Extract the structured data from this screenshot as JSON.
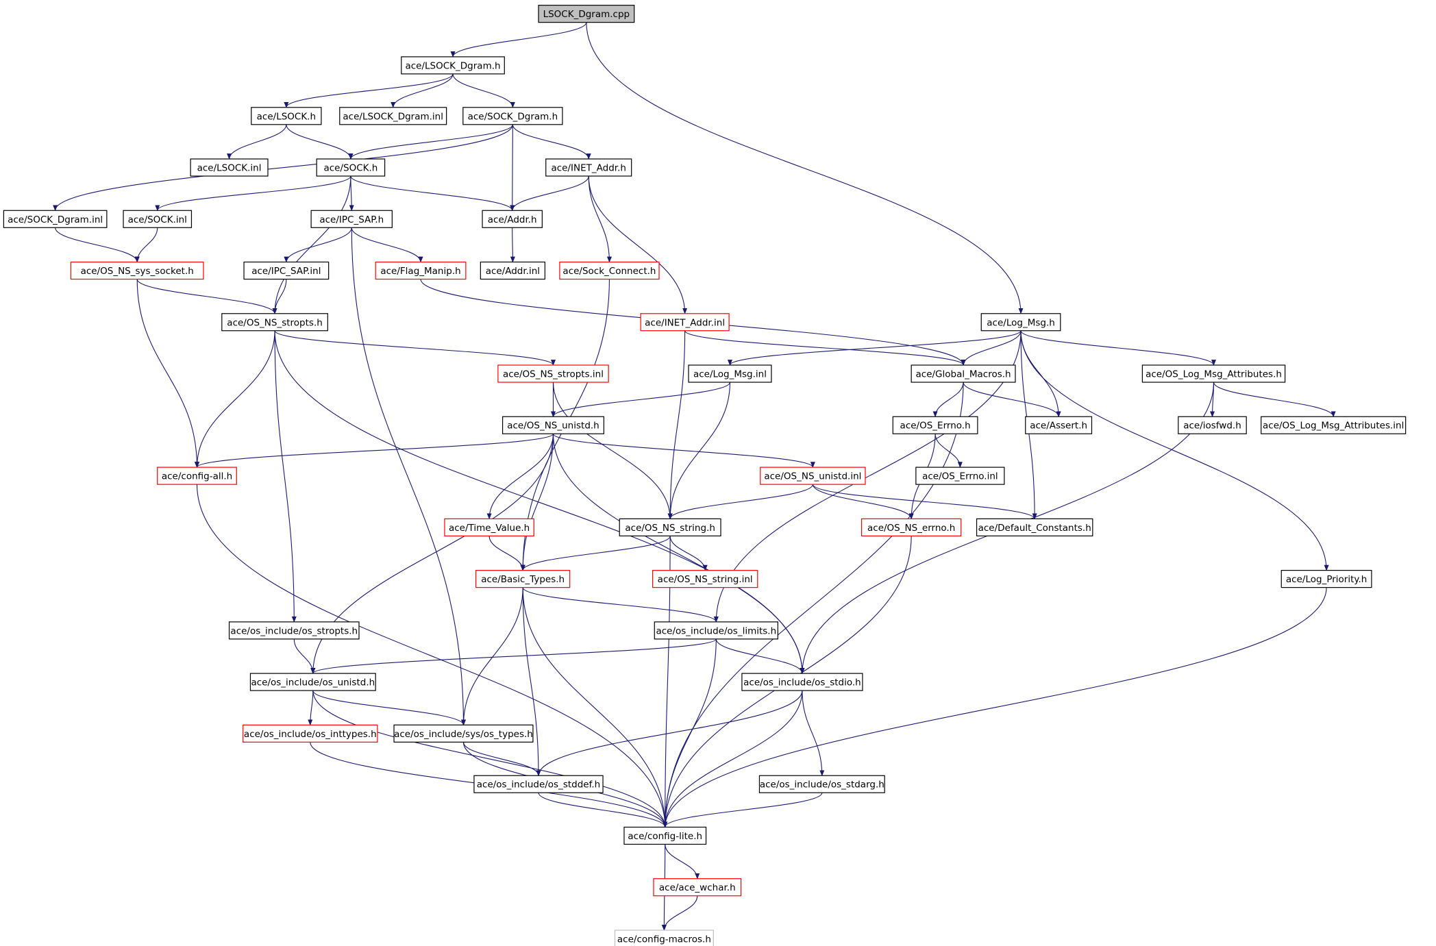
{
  "graph": {
    "title": "LSOCK_Dgram.cpp",
    "colors": {
      "edge": "#191970",
      "incomplete_border": "#ff0000",
      "root_fill": "#bfbfbf",
      "external_border": "#bfbfbf"
    },
    "nodes": [
      {
        "label": "LSOCK_Dgram.cpp",
        "style": "root"
      },
      {
        "label": "ace/LSOCK_Dgram.h",
        "style": "normal"
      },
      {
        "label": "ace/LSOCK.h",
        "style": "normal"
      },
      {
        "label": "ace/LSOCK_Dgram.inl",
        "style": "normal"
      },
      {
        "label": "ace/SOCK_Dgram.h",
        "style": "normal"
      },
      {
        "label": "ace/LSOCK.inl",
        "style": "normal"
      },
      {
        "label": "ace/SOCK.h",
        "style": "normal"
      },
      {
        "label": "ace/INET_Addr.h",
        "style": "normal"
      },
      {
        "label": "ace/SOCK_Dgram.inl",
        "style": "normal"
      },
      {
        "label": "ace/SOCK.inl",
        "style": "normal"
      },
      {
        "label": "ace/IPC_SAP.h",
        "style": "normal"
      },
      {
        "label": "ace/Addr.h",
        "style": "normal"
      },
      {
        "label": "ace/OS_NS_sys_socket.h",
        "style": "red"
      },
      {
        "label": "ace/IPC_SAP.inl",
        "style": "normal"
      },
      {
        "label": "ace/Flag_Manip.h",
        "style": "red"
      },
      {
        "label": "ace/Addr.inl",
        "style": "normal"
      },
      {
        "label": "ace/Sock_Connect.h",
        "style": "red"
      },
      {
        "label": "ace/OS_NS_stropts.h",
        "style": "normal"
      },
      {
        "label": "ace/INET_Addr.inl",
        "style": "red"
      },
      {
        "label": "ace/Log_Msg.h",
        "style": "normal"
      },
      {
        "label": "ace/OS_NS_stropts.inl",
        "style": "red"
      },
      {
        "label": "ace/Log_Msg.inl",
        "style": "normal"
      },
      {
        "label": "ace/Global_Macros.h",
        "style": "normal"
      },
      {
        "label": "ace/OS_Log_Msg_Attributes.h",
        "style": "normal"
      },
      {
        "label": "ace/OS_NS_unistd.h",
        "style": "normal"
      },
      {
        "label": "ace/OS_Errno.h",
        "style": "normal"
      },
      {
        "label": "ace/Assert.h",
        "style": "normal"
      },
      {
        "label": "ace/iosfwd.h",
        "style": "normal"
      },
      {
        "label": "ace/OS_Log_Msg_Attributes.inl",
        "style": "normal"
      },
      {
        "label": "ace/config-all.h",
        "style": "red"
      },
      {
        "label": "ace/OS_NS_unistd.inl",
        "style": "red"
      },
      {
        "label": "ace/OS_Errno.inl",
        "style": "normal"
      },
      {
        "label": "ace/Time_Value.h",
        "style": "red"
      },
      {
        "label": "ace/OS_NS_string.h",
        "style": "normal"
      },
      {
        "label": "ace/OS_NS_errno.h",
        "style": "red"
      },
      {
        "label": "ace/Default_Constants.h",
        "style": "normal"
      },
      {
        "label": "ace/Basic_Types.h",
        "style": "red"
      },
      {
        "label": "ace/OS_NS_string.inl",
        "style": "red"
      },
      {
        "label": "ace/Log_Priority.h",
        "style": "normal"
      },
      {
        "label": "ace/os_include/os_stropts.h",
        "style": "normal"
      },
      {
        "label": "ace/os_include/os_limits.h",
        "style": "normal"
      },
      {
        "label": "ace/os_include/os_unistd.h",
        "style": "normal"
      },
      {
        "label": "ace/os_include/os_stdio.h",
        "style": "normal"
      },
      {
        "label": "ace/os_include/os_inttypes.h",
        "style": "red"
      },
      {
        "label": "ace/os_include/sys/os_types.h",
        "style": "normal"
      },
      {
        "label": "ace/os_include/os_stddef.h",
        "style": "normal"
      },
      {
        "label": "ace/os_include/os_stdarg.h",
        "style": "normal"
      },
      {
        "label": "ace/config-lite.h",
        "style": "normal"
      },
      {
        "label": "ace/ace_wchar.h",
        "style": "red"
      },
      {
        "label": "ace/config-macros.h",
        "style": "gray"
      }
    ],
    "edges": [
      [
        0,
        1
      ],
      [
        0,
        19
      ],
      [
        1,
        2
      ],
      [
        1,
        3
      ],
      [
        1,
        4
      ],
      [
        2,
        5
      ],
      [
        2,
        6
      ],
      [
        4,
        8
      ],
      [
        4,
        6
      ],
      [
        4,
        11
      ],
      [
        4,
        7
      ],
      [
        6,
        9
      ],
      [
        6,
        10
      ],
      [
        6,
        11
      ],
      [
        6,
        17
      ],
      [
        7,
        11
      ],
      [
        7,
        16
      ],
      [
        7,
        18
      ],
      [
        8,
        12
      ],
      [
        9,
        12
      ],
      [
        10,
        13
      ],
      [
        10,
        14
      ],
      [
        10,
        44
      ],
      [
        11,
        15
      ],
      [
        12,
        17
      ],
      [
        12,
        29
      ],
      [
        13,
        17
      ],
      [
        14,
        22
      ],
      [
        16,
        36
      ],
      [
        17,
        20
      ],
      [
        17,
        29
      ],
      [
        17,
        39
      ],
      [
        17,
        42
      ],
      [
        18,
        22
      ],
      [
        18,
        33
      ],
      [
        19,
        21
      ],
      [
        19,
        22
      ],
      [
        19,
        26
      ],
      [
        19,
        23
      ],
      [
        19,
        35
      ],
      [
        19,
        38
      ],
      [
        19,
        40
      ],
      [
        20,
        24
      ],
      [
        20,
        33
      ],
      [
        21,
        24
      ],
      [
        21,
        33
      ],
      [
        22,
        25
      ],
      [
        22,
        26
      ],
      [
        22,
        47
      ],
      [
        23,
        27
      ],
      [
        23,
        28
      ],
      [
        23,
        42
      ],
      [
        24,
        29
      ],
      [
        24,
        30
      ],
      [
        24,
        32
      ],
      [
        24,
        36
      ],
      [
        24,
        41
      ],
      [
        24,
        42
      ],
      [
        25,
        31
      ],
      [
        25,
        34
      ],
      [
        29,
        47
      ],
      [
        30,
        33
      ],
      [
        30,
        34
      ],
      [
        30,
        35
      ],
      [
        32,
        36
      ],
      [
        33,
        36
      ],
      [
        33,
        37
      ],
      [
        33,
        47
      ],
      [
        34,
        47
      ],
      [
        38,
        47
      ],
      [
        36,
        40
      ],
      [
        36,
        44
      ],
      [
        36,
        45
      ],
      [
        36,
        47
      ],
      [
        39,
        41
      ],
      [
        40,
        41
      ],
      [
        40,
        42
      ],
      [
        40,
        47
      ],
      [
        41,
        43
      ],
      [
        41,
        44
      ],
      [
        41,
        47
      ],
      [
        42,
        45
      ],
      [
        42,
        46
      ],
      [
        42,
        47
      ],
      [
        43,
        47
      ],
      [
        44,
        45
      ],
      [
        44,
        47
      ],
      [
        45,
        47
      ],
      [
        46,
        47
      ],
      [
        47,
        48
      ],
      [
        47,
        49
      ],
      [
        48,
        49
      ]
    ]
  }
}
